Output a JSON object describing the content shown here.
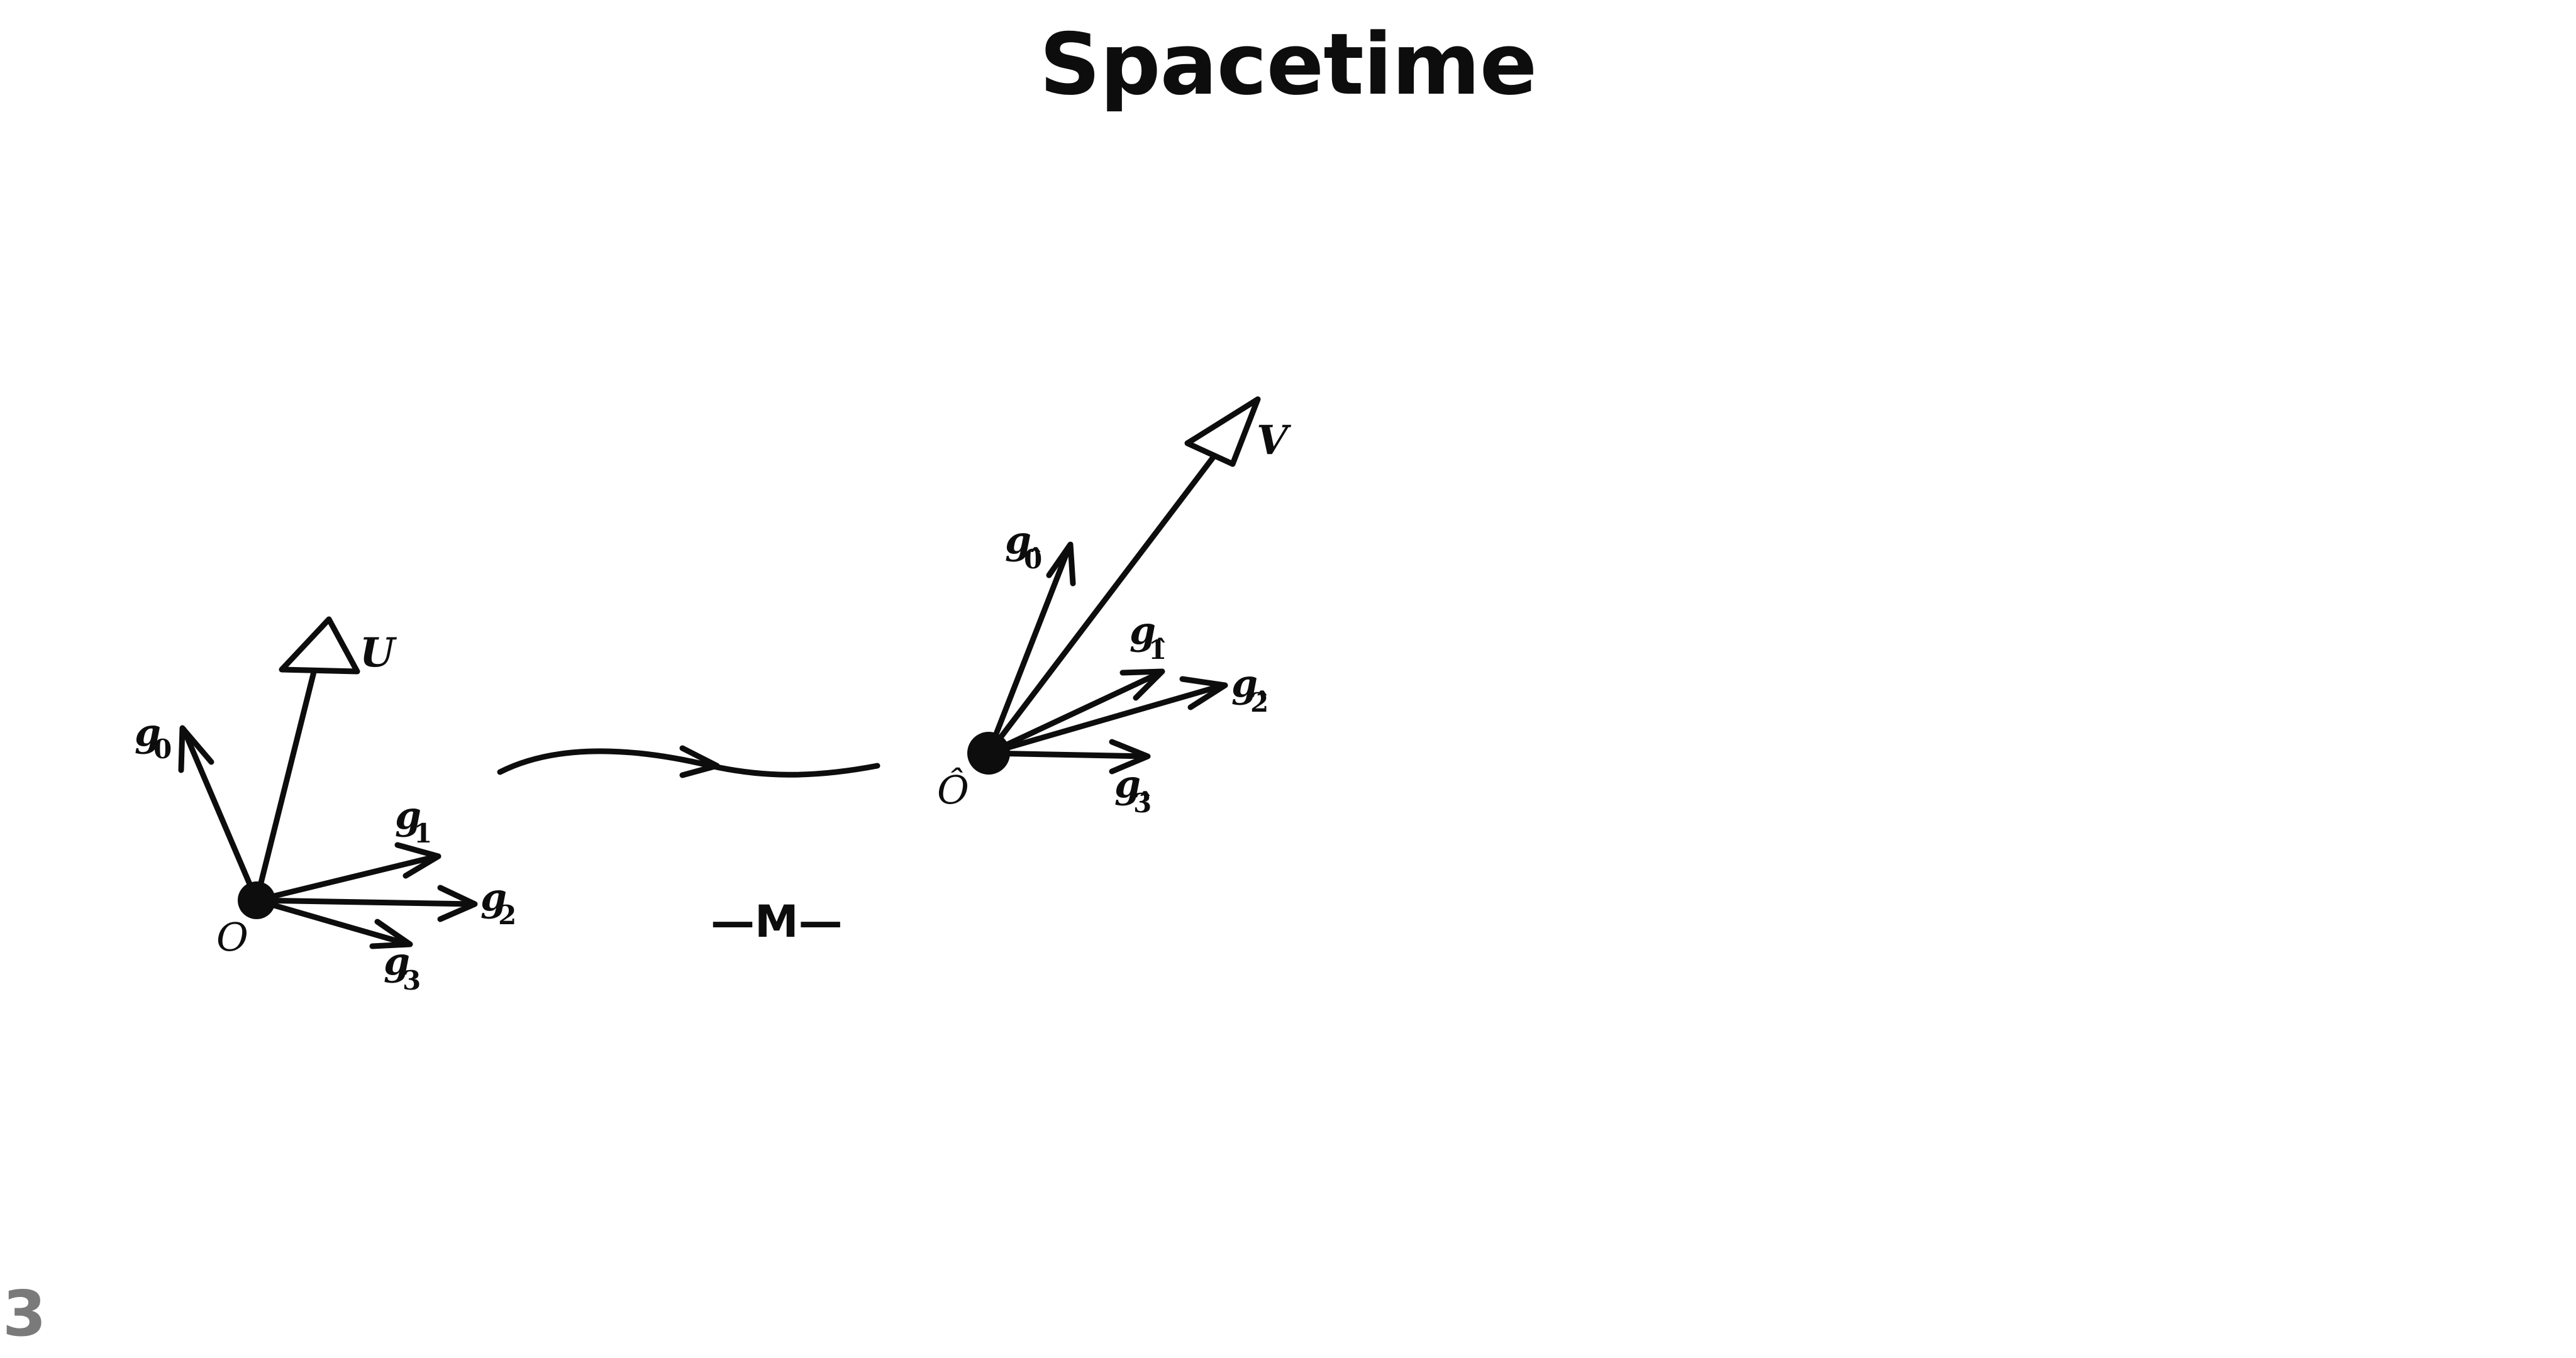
{
  "slide": {
    "title": "Spacetime",
    "page_number": "3"
  },
  "diagram": {
    "left_frame": {
      "origin_label": "O",
      "velocity_label": "U",
      "basis": [
        {
          "main": "g",
          "sub": "0"
        },
        {
          "main": "g",
          "sub": "1"
        },
        {
          "main": "g",
          "sub": "2"
        },
        {
          "main": "g",
          "sub": "3"
        }
      ]
    },
    "right_frame": {
      "origin_label": "Ô",
      "velocity_label": "V",
      "basis": [
        {
          "main": "g",
          "sub": "0̂"
        },
        {
          "main": "g",
          "sub": "1̂"
        },
        {
          "main": "g",
          "sub": "2̂"
        },
        {
          "main": "g",
          "sub": "3̂"
        }
      ]
    },
    "manifold_label": "—M—"
  }
}
